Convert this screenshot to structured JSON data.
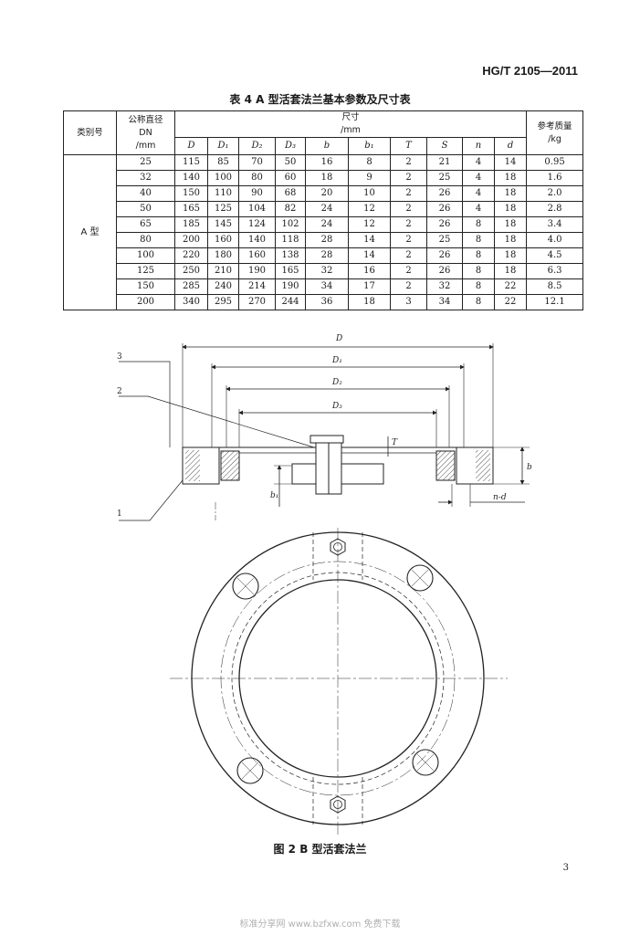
{
  "header": {
    "std_code": "HG/T 2105—2011"
  },
  "table": {
    "title": "表 4   A 型活套法兰基本参数及尺寸表",
    "col_type": "类别号",
    "col_dn_line1": "公称直径",
    "col_dn_line2": "DN",
    "col_dn_line3": "/mm",
    "col_size_line1": "尺寸",
    "col_size_line2": "/mm",
    "col_mass_line1": "参考质量",
    "col_mass_line2": "/kg",
    "sub_headers": [
      "D",
      "D₁",
      "D₂",
      "D₃",
      "b",
      "b₁",
      "T",
      "S",
      "n",
      "d"
    ],
    "group_label": "A 型",
    "rows": [
      [
        "25",
        "115",
        "85",
        "70",
        "50",
        "16",
        "8",
        "2",
        "21",
        "4",
        "14",
        "0.95"
      ],
      [
        "32",
        "140",
        "100",
        "80",
        "60",
        "18",
        "9",
        "2",
        "25",
        "4",
        "18",
        "1.6"
      ],
      [
        "40",
        "150",
        "110",
        "90",
        "68",
        "20",
        "10",
        "2",
        "26",
        "4",
        "18",
        "2.0"
      ],
      [
        "50",
        "165",
        "125",
        "104",
        "82",
        "24",
        "12",
        "2",
        "26",
        "4",
        "18",
        "2.8"
      ],
      [
        "65",
        "185",
        "145",
        "124",
        "102",
        "24",
        "12",
        "2",
        "26",
        "8",
        "18",
        "3.4"
      ],
      [
        "80",
        "200",
        "160",
        "140",
        "118",
        "28",
        "14",
        "2",
        "25",
        "8",
        "18",
        "4.0"
      ],
      [
        "100",
        "220",
        "180",
        "160",
        "138",
        "28",
        "14",
        "2",
        "26",
        "8",
        "18",
        "4.5"
      ],
      [
        "125",
        "250",
        "210",
        "190",
        "165",
        "32",
        "16",
        "2",
        "26",
        "8",
        "18",
        "6.3"
      ],
      [
        "150",
        "285",
        "240",
        "214",
        "190",
        "34",
        "17",
        "2",
        "32",
        "8",
        "22",
        "8.5"
      ],
      [
        "200",
        "340",
        "295",
        "270",
        "244",
        "36",
        "18",
        "3",
        "34",
        "8",
        "22",
        "12.1"
      ]
    ]
  },
  "drawing": {
    "labels": {
      "D": "D",
      "D1": "D₁",
      "D2": "D₂",
      "D3": "D₃",
      "T": "T",
      "b": "b",
      "b1": "b₁",
      "nd": "n-d",
      "callout1": "1",
      "callout2": "2",
      "callout3": "3"
    }
  },
  "figure": {
    "title": "图 2   B 型活套法兰"
  },
  "footer": {
    "page_number": "3",
    "watermark": "标准分享网 www.bzfxw.com 免费下载"
  }
}
